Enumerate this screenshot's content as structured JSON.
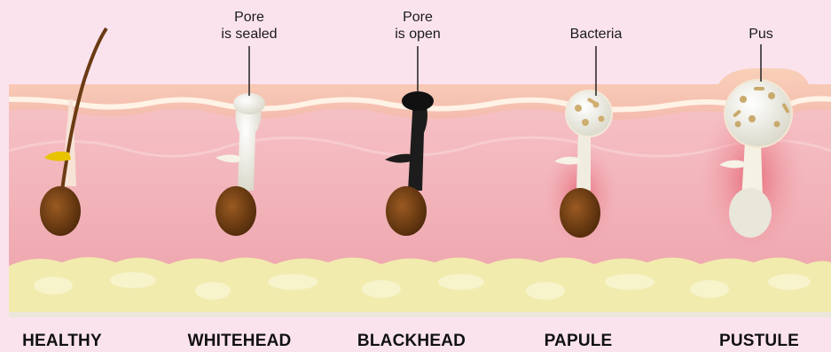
{
  "callouts": {
    "whitehead_pore": "Pore\nis sealed",
    "blackhead_pore": "Pore\nis open",
    "papule_bacteria": "Bacteria",
    "pustule_pus": "Pus"
  },
  "stages": [
    "HEALTHY",
    "WHITEHEAD",
    "BLACKHEAD",
    "PAPULE",
    "PUSTULE"
  ],
  "colors": {
    "background": "#fbe3ee",
    "dermis": "#f2b3b9",
    "epidermis": "#f6c7b4",
    "fat_layer": "#f0ecb0",
    "bulb": "#6b3a12",
    "sebum": "#e8c300",
    "blackhead_plug": "#151515",
    "inflammation": "#e8707d"
  }
}
